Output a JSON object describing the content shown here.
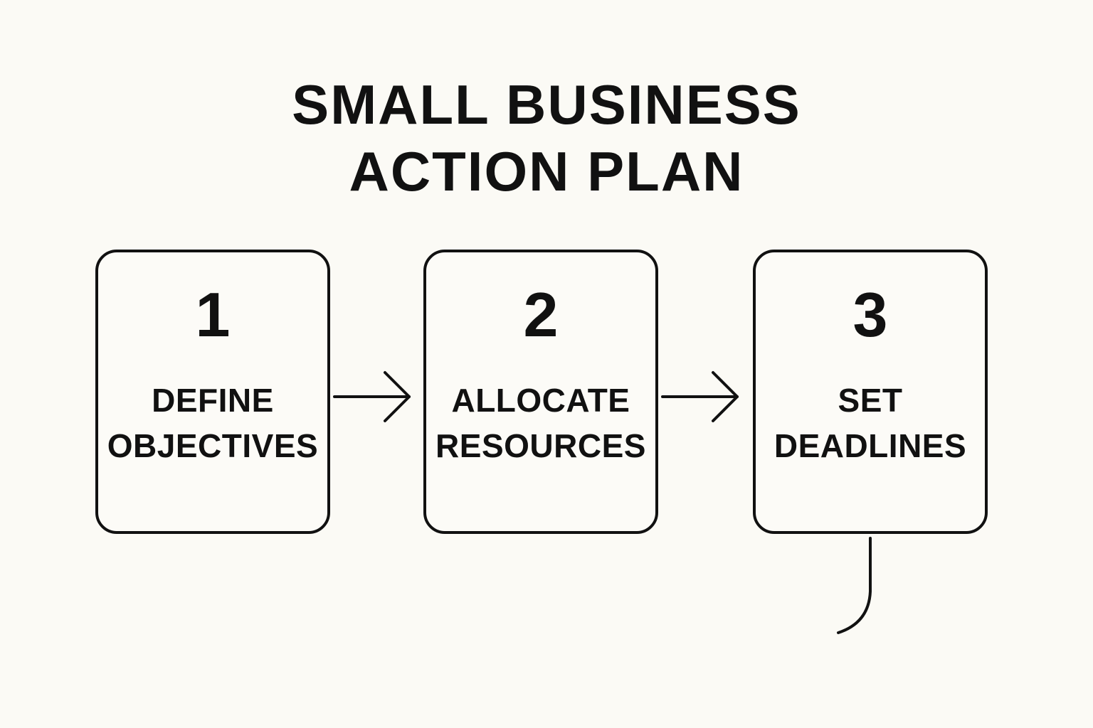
{
  "title": {
    "line1": "SMALL BUSINESS",
    "line2": "ACTION PLAN"
  },
  "steps": [
    {
      "number": "1",
      "label_line1": "DEFINE",
      "label_line2": "OBJECTIVES"
    },
    {
      "number": "2",
      "label_line1": "ALLOCATE",
      "label_line2": "RESOURCES"
    },
    {
      "number": "3",
      "label_line1": "SET",
      "label_line2": "DEADLINES"
    }
  ],
  "colors": {
    "background": "#fbfaf5",
    "ink": "#111111",
    "box_fill": "#fcfbf7"
  },
  "icons": {
    "connector_1_2": "arrow-right-icon",
    "connector_2_3": "arrow-right-icon",
    "tail": "curved-line"
  }
}
